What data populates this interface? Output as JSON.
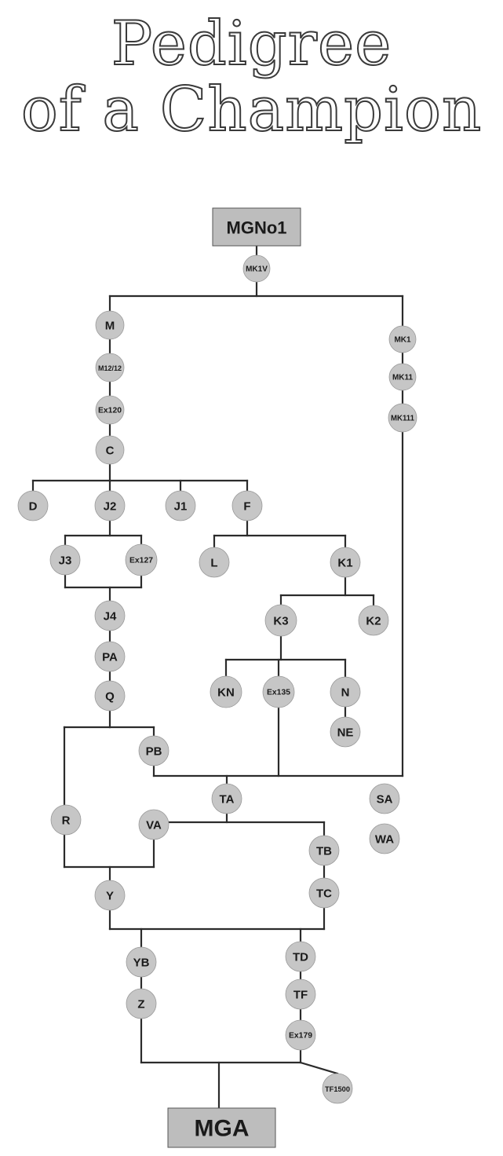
{
  "title": {
    "line1": "Pedigree",
    "line2": "of a Champion"
  },
  "colors": {
    "line": "#2b2b2b",
    "node_fill": "#c6c6c6",
    "box_fill": "#bdbdbd",
    "text": "#1a1a1a"
  },
  "diagram": {
    "boxes": [
      {
        "id": "MGNo1",
        "label": "MGNo1"
      },
      {
        "id": "MGA",
        "label": "MGA"
      }
    ],
    "nodes": [
      {
        "id": "MK1V",
        "label": "MK1V"
      },
      {
        "id": "M",
        "label": "M"
      },
      {
        "id": "M12/12",
        "label": "M12/12"
      },
      {
        "id": "Ex120",
        "label": "Ex120"
      },
      {
        "id": "C",
        "label": "C"
      },
      {
        "id": "MK1",
        "label": "MK1"
      },
      {
        "id": "MK11",
        "label": "MK11"
      },
      {
        "id": "MK111",
        "label": "MK111"
      },
      {
        "id": "D",
        "label": "D"
      },
      {
        "id": "J2",
        "label": "J2"
      },
      {
        "id": "J1",
        "label": "J1"
      },
      {
        "id": "F",
        "label": "F"
      },
      {
        "id": "J3",
        "label": "J3"
      },
      {
        "id": "Ex127",
        "label": "Ex127"
      },
      {
        "id": "L",
        "label": "L"
      },
      {
        "id": "K1",
        "label": "K1"
      },
      {
        "id": "J4",
        "label": "J4"
      },
      {
        "id": "K3",
        "label": "K3"
      },
      {
        "id": "K2",
        "label": "K2"
      },
      {
        "id": "PA",
        "label": "PA"
      },
      {
        "id": "Q",
        "label": "Q"
      },
      {
        "id": "KN",
        "label": "KN"
      },
      {
        "id": "Ex135",
        "label": "Ex135"
      },
      {
        "id": "N",
        "label": "N"
      },
      {
        "id": "NE",
        "label": "NE"
      },
      {
        "id": "PB",
        "label": "PB"
      },
      {
        "id": "TA",
        "label": "TA"
      },
      {
        "id": "SA",
        "label": "SA"
      },
      {
        "id": "R",
        "label": "R"
      },
      {
        "id": "VA",
        "label": "VA"
      },
      {
        "id": "WA",
        "label": "WA"
      },
      {
        "id": "TB",
        "label": "TB"
      },
      {
        "id": "TC",
        "label": "TC"
      },
      {
        "id": "Y",
        "label": "Y"
      },
      {
        "id": "TD",
        "label": "TD"
      },
      {
        "id": "YB",
        "label": "YB"
      },
      {
        "id": "TF",
        "label": "TF"
      },
      {
        "id": "Z",
        "label": "Z"
      },
      {
        "id": "Ex179",
        "label": "Ex179"
      },
      {
        "id": "TF1500",
        "label": "TF1500"
      }
    ]
  }
}
